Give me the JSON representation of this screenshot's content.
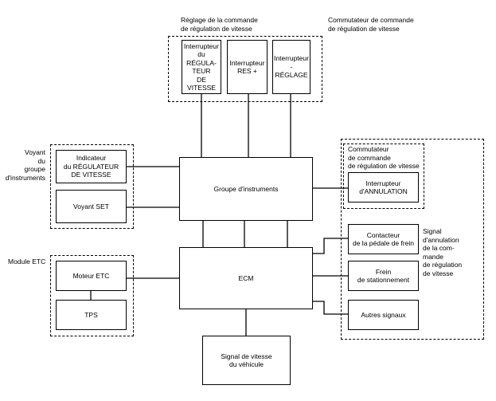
{
  "groups": {
    "speed_control_setting": "Réglage de la commande\nde régulation de vitesse",
    "speed_control_switch": "Commutateur de commande\nde régulation de vitesse",
    "cluster_indicator": "Voyant\ndu\ngroupe\nd'instruments",
    "etc_module": "Module ETC",
    "cancel_switch_inner": "Commutateur\nde commande\nde régulation de vitesse",
    "cancel_signal": "Signal\nd'annulation\nde la com-\nmande\nde régulation\nde vitesse"
  },
  "boxes": {
    "main_switch": "Interrupteur\ndu RÉGULA-\nTEUR\nDE VITESSE",
    "res_switch": "Interrupteur\nRES +",
    "set_switch": "Interrupteur\n- RÉGLAGE",
    "cruise_indicator": "Indicateur\ndu RÉGULATEUR\nDE VITESSE",
    "set_lamp": "Voyant SET",
    "instrument_cluster": "Groupe d'instruments",
    "cancel_switch": "Interrupteur\nd'ANNULATION",
    "brake_pedal_switch": "Contacteur\nde la pédale de frein",
    "parking_brake": "Frein\nde stationnement",
    "other_signals": "Autres signaux",
    "ecm": "ECM",
    "etc_motor": "Moteur ETC",
    "tps": "TPS",
    "vehicle_speed": "Signal de vitesse\ndu véhicule"
  }
}
